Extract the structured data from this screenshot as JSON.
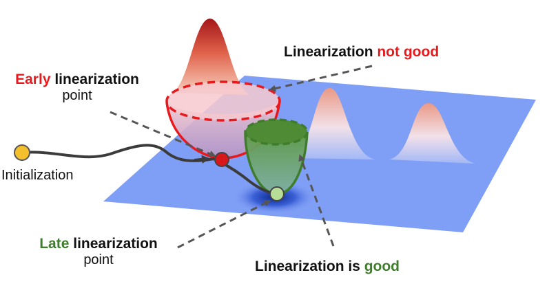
{
  "labels": {
    "not_good": {
      "prefix": "Linearization ",
      "highlight": "not good"
    },
    "early": {
      "highlight": "Early",
      "rest": " linearization",
      "line2": "point"
    },
    "initialization": "Initialization",
    "late": {
      "highlight": "Late",
      "rest": " linearization",
      "line2": "point"
    },
    "is_good": {
      "prefix": "Linearization is ",
      "highlight": "good"
    }
  },
  "colors": {
    "plane": "#7f9ef5",
    "peak_high": "#b51d1d",
    "peak_low": "#f6c3ae",
    "red_accent": "#e8191c",
    "green_accent": "#3f7d2c",
    "init_point": "#f3bf2c",
    "early_point": "#d8171b",
    "late_point": "#b7dd97",
    "trajectory": "#3b3b3b",
    "arrow": "#555555"
  }
}
